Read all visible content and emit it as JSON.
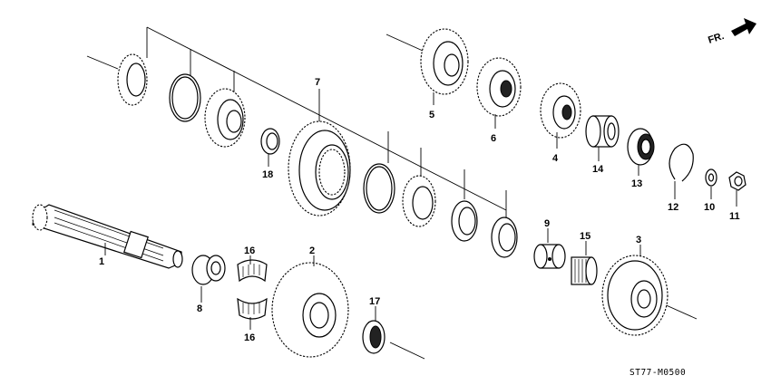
{
  "diagram": {
    "direction_label": "FR.",
    "code": "ST77-M0500",
    "callouts": {
      "c1": "1",
      "c2": "2",
      "c3": "3",
      "c4": "4",
      "c5": "5",
      "c6": "6",
      "c7": "7",
      "c8": "8",
      "c9": "9",
      "c10": "10",
      "c11": "11",
      "c12": "12",
      "c13": "13",
      "c14": "14",
      "c15": "15",
      "c16a": "16",
      "c16b": "16",
      "c17": "17",
      "c18": "18"
    }
  }
}
